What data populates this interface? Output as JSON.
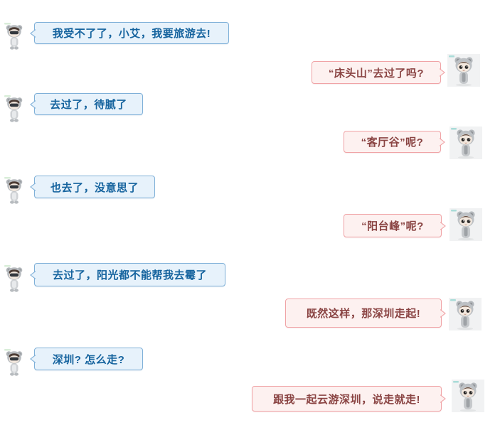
{
  "app": {
    "type": "chat-conversation",
    "background": "#ffffff"
  },
  "colors": {
    "left_bubble_bg": "#e7f2fb",
    "left_bubble_border": "#7fb0d8",
    "left_text": "#15639e",
    "right_bubble_bg": "#fdf1f0",
    "right_bubble_border": "#f0a3a6",
    "right_text": "#8a4443"
  },
  "avatars": {
    "left_name": "user-boy-figurine-avatar",
    "right_name": "xiaoai-bunny-figurine-avatar"
  },
  "conversation": {
    "messages": [
      {
        "side": "left",
        "speaker": "user",
        "text": "我受不了了，小艾，我要旅游去!"
      },
      {
        "side": "right",
        "speaker": "xiao-ai",
        "text": "“床头山”去过了吗?"
      },
      {
        "side": "left",
        "speaker": "user",
        "text": "去过了，待腻了"
      },
      {
        "side": "right",
        "speaker": "xiao-ai",
        "text": "“客厅谷”呢?"
      },
      {
        "side": "left",
        "speaker": "user",
        "text": "也去了，没意思了"
      },
      {
        "side": "right",
        "speaker": "xiao-ai",
        "text": "“阳台峰”呢?"
      },
      {
        "side": "left",
        "speaker": "user",
        "text": "去过了，阳光都不能帮我去霉了"
      },
      {
        "side": "right",
        "speaker": "xiao-ai",
        "text": "既然这样，那深圳走起!"
      },
      {
        "side": "left",
        "speaker": "user",
        "text": "深圳? 怎么走?"
      },
      {
        "side": "right",
        "speaker": "xiao-ai",
        "text": "跟我一起云游深圳，说走就走!"
      }
    ]
  }
}
